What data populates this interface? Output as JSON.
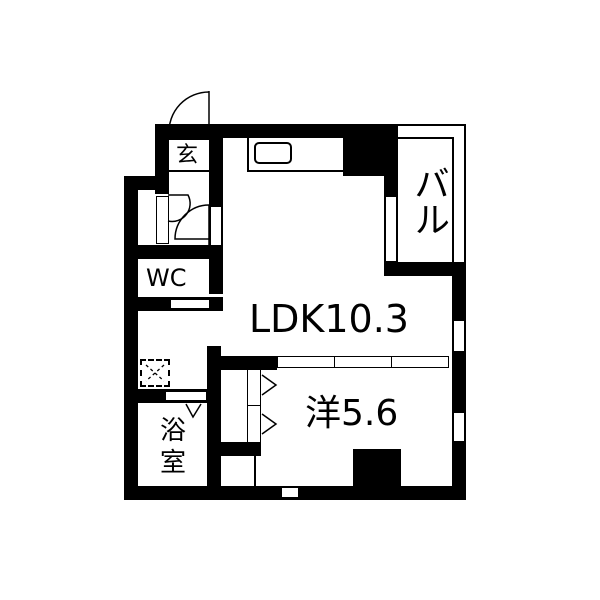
{
  "floor_plan": {
    "rooms": {
      "genkan": {
        "label": "玄"
      },
      "wc": {
        "label": "WC"
      },
      "ldk": {
        "label": "LDK10.3"
      },
      "balcony": {
        "label": "バル"
      },
      "bath": {
        "label_line1": "浴",
        "label_line2": "室"
      },
      "western_room": {
        "label": "洋5.6"
      }
    },
    "colors": {
      "wall": "#000000",
      "background": "#ffffff"
    }
  }
}
